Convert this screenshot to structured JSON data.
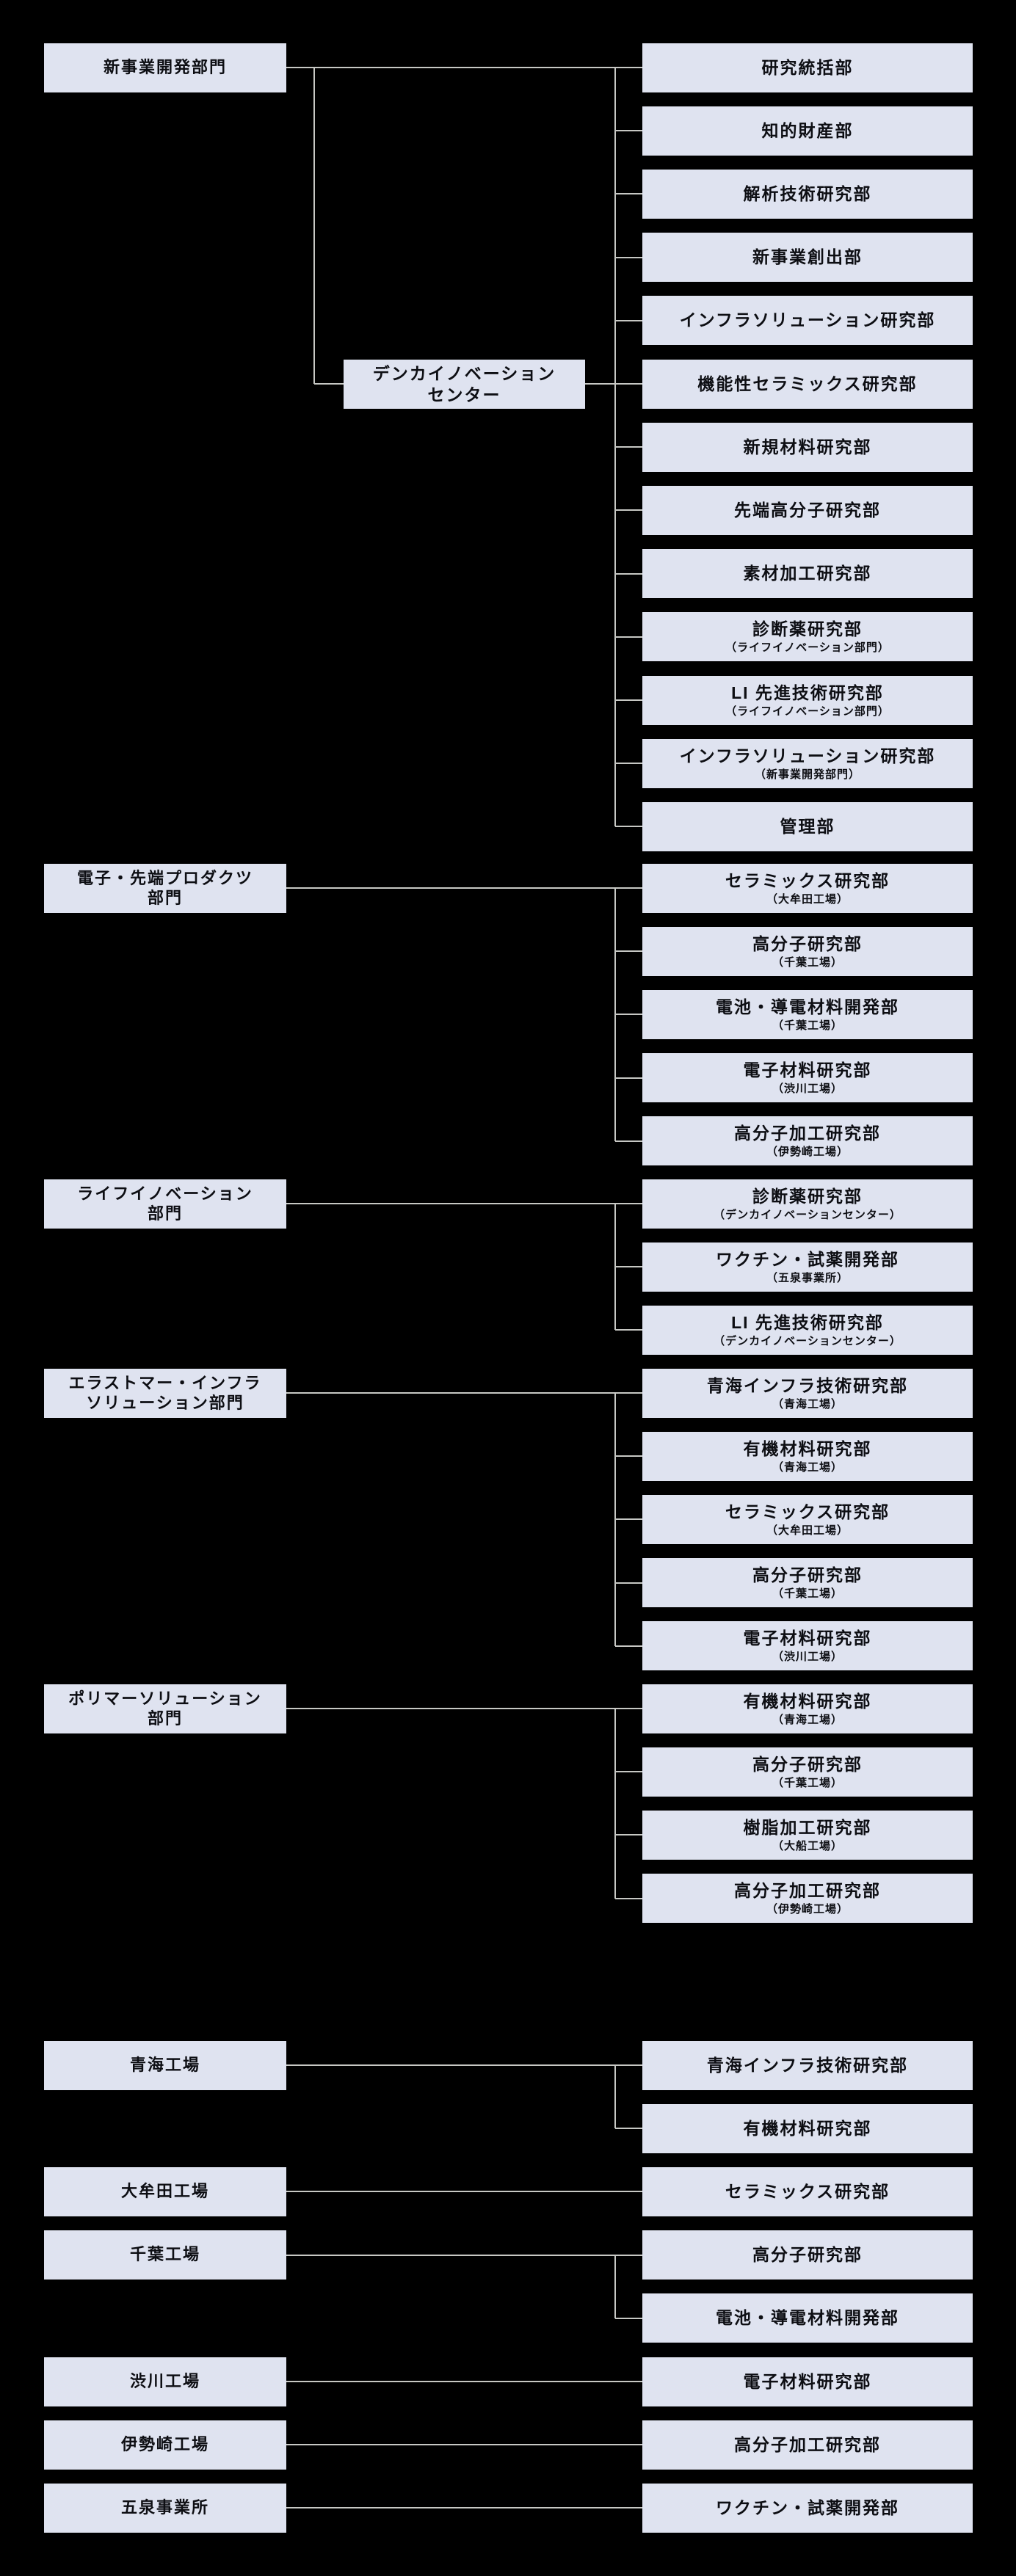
{
  "colors": {
    "background": "#000000",
    "box_fill": "#dfe3f0",
    "box_text": "#0d0e13",
    "connector": "#c7c8c4"
  },
  "org": {
    "top": {
      "parent": {
        "lines": [
          "新事業開発部門"
        ]
      },
      "children": [
        {
          "title": "研究統括部"
        },
        {
          "title": "知的財産部"
        },
        {
          "title": "解析技術研究部"
        },
        {
          "title": "新事業創出部"
        },
        {
          "title": "インフラソリューション研究部"
        }
      ],
      "hub": {
        "lines": [
          "デンカイノベーション",
          "センター"
        ]
      },
      "hub_children": [
        {
          "title": "機能性セラミックス研究部"
        },
        {
          "title": "新規材料研究部"
        },
        {
          "title": "先端高分子研究部"
        },
        {
          "title": "素材加工研究部"
        },
        {
          "title": "診断薬研究部",
          "subtitle": "（ライフイノベーション部門）"
        },
        {
          "title": "LI 先進技術研究部",
          "subtitle": "（ライフイノベーション部門）"
        },
        {
          "title": "インフラソリューション研究部",
          "subtitle": "（新事業開発部門）"
        },
        {
          "title": "管理部"
        }
      ]
    },
    "divisions": [
      {
        "parent": {
          "lines": [
            "電子・先端プロダクツ",
            "部門"
          ]
        },
        "children": [
          {
            "title": "セラミックス研究部",
            "subtitle": "（大牟田工場）"
          },
          {
            "title": "高分子研究部",
            "subtitle": "（千葉工場）"
          },
          {
            "title": "電池・導電材料開発部",
            "subtitle": "（千葉工場）"
          },
          {
            "title": "電子材料研究部",
            "subtitle": "（渋川工場）"
          },
          {
            "title": "高分子加工研究部",
            "subtitle": "（伊勢崎工場）"
          }
        ]
      },
      {
        "parent": {
          "lines": [
            "ライフイノベーション",
            "部門"
          ]
        },
        "children": [
          {
            "title": "診断薬研究部",
            "subtitle": "（デンカイノベーションセンター）"
          },
          {
            "title": "ワクチン・試薬開発部",
            "subtitle": "（五泉事業所）"
          },
          {
            "title": "LI 先進技術研究部",
            "subtitle": "（デンカイノベーションセンター）"
          }
        ]
      },
      {
        "parent": {
          "lines": [
            "エラストマー・インフラ",
            "ソリューション部門"
          ]
        },
        "children": [
          {
            "title": "青海インフラ技術研究部",
            "subtitle": "（青海工場）"
          },
          {
            "title": "有機材料研究部",
            "subtitle": "（青海工場）"
          },
          {
            "title": "セラミックス研究部",
            "subtitle": "（大牟田工場）"
          },
          {
            "title": "高分子研究部",
            "subtitle": "（千葉工場）"
          },
          {
            "title": "電子材料研究部",
            "subtitle": "（渋川工場）"
          }
        ]
      },
      {
        "parent": {
          "lines": [
            "ポリマーソリューション",
            "部門"
          ]
        },
        "children": [
          {
            "title": "有機材料研究部",
            "subtitle": "（青海工場）"
          },
          {
            "title": "高分子研究部",
            "subtitle": "（千葉工場）"
          },
          {
            "title": "樹脂加工研究部",
            "subtitle": "（大船工場）"
          },
          {
            "title": "高分子加工研究部",
            "subtitle": "（伊勢崎工場）"
          }
        ]
      }
    ],
    "plants": [
      {
        "plant": "青海工場",
        "children": [
          {
            "title": "青海インフラ技術研究部"
          },
          {
            "title": "有機材料研究部"
          }
        ]
      },
      {
        "plant": "大牟田工場",
        "children": [
          {
            "title": "セラミックス研究部"
          }
        ]
      },
      {
        "plant": "千葉工場",
        "children": [
          {
            "title": "高分子研究部"
          },
          {
            "title": "電池・導電材料開発部"
          }
        ]
      },
      {
        "plant": "渋川工場",
        "children": [
          {
            "title": "電子材料研究部"
          }
        ]
      },
      {
        "plant": "伊勢崎工場",
        "children": [
          {
            "title": "高分子加工研究部"
          }
        ]
      },
      {
        "plant": "五泉事業所",
        "children": [
          {
            "title": "ワクチン・試薬開発部"
          }
        ]
      }
    ]
  }
}
